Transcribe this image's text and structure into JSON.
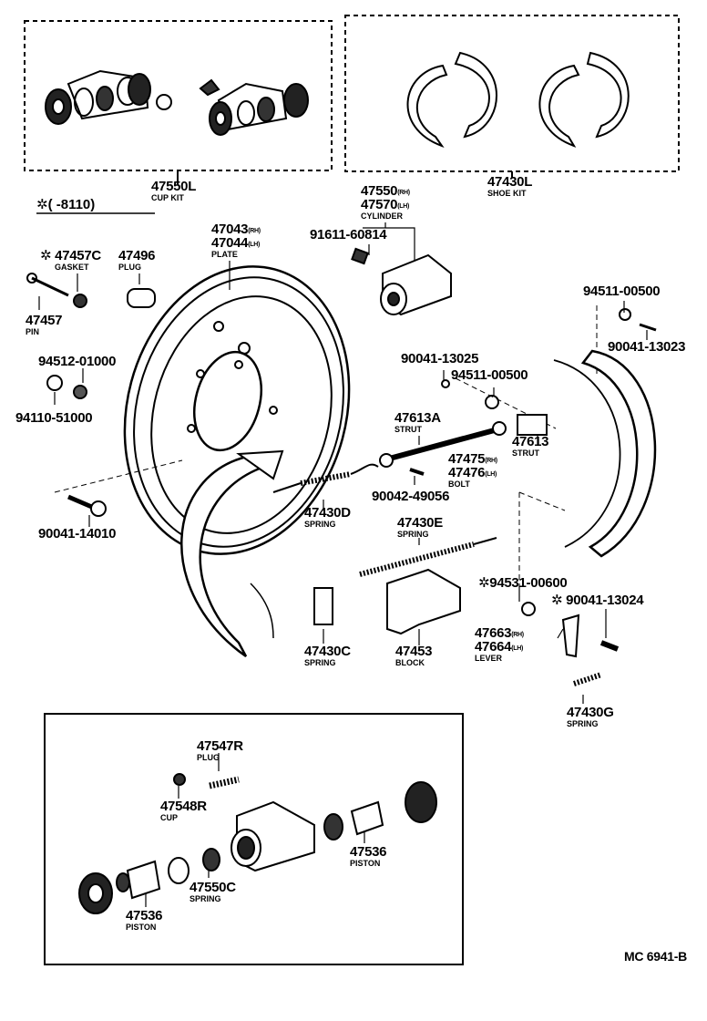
{
  "diagram_code": "MC 6941-B",
  "date_note": "✲(      -8110)",
  "star": "✲",
  "labels": {
    "cup_kit": {
      "num": "47550L",
      "name": "CUP KIT"
    },
    "shoe_kit": {
      "num": "47430L",
      "name": "SHOE KIT"
    },
    "cyl_rh": {
      "num": "47550",
      "sfx": "(RH)"
    },
    "cyl_lh": {
      "num": "47570",
      "sfx": "(LH)",
      "name": "CYLINDER"
    },
    "bolt_91611": {
      "num": "91611-60814"
    },
    "plate_rh": {
      "num": "47043",
      "sfx": "(RH)"
    },
    "plate_lh": {
      "num": "47044",
      "sfx": "(LH)",
      "name": "PLATE"
    },
    "gasket": {
      "num": "47457C",
      "name": "GASKET"
    },
    "plug_47496": {
      "num": "47496",
      "name": "PLUG"
    },
    "pin": {
      "num": "47457",
      "name": "PIN"
    },
    "nut_94512": {
      "num": "94512-01000"
    },
    "nut_94110": {
      "num": "94110-51000"
    },
    "bolt_14010": {
      "num": "90041-14010"
    },
    "w_94511_a": {
      "num": "94511-00500"
    },
    "b_13023": {
      "num": "90041-13023"
    },
    "b_13025": {
      "num": "90041-13025"
    },
    "w_94511_b": {
      "num": "94511-00500"
    },
    "strut_a": {
      "num": "47613A",
      "name": "STRUT"
    },
    "strut": {
      "num": "47613",
      "name": "STRUT"
    },
    "bolt_rh": {
      "num": "47475",
      "sfx": "(RH)"
    },
    "bolt_lh": {
      "num": "47476",
      "sfx": "(LH)",
      "name": "BOLT"
    },
    "pin_49056": {
      "num": "90042-49056"
    },
    "spring_d": {
      "num": "47430D",
      "name": "SPRING"
    },
    "spring_e": {
      "num": "47430E",
      "name": "SPRING"
    },
    "w_94531": {
      "num": "94531-00600"
    },
    "b_13024": {
      "num": "90041-13024"
    },
    "lever_rh": {
      "num": "47663",
      "sfx": "(RH)"
    },
    "lever_lh": {
      "num": "47664",
      "sfx": "(LH)",
      "name": "LEVER"
    },
    "spring_c": {
      "num": "47430C",
      "name": "SPRING"
    },
    "block": {
      "num": "47453",
      "name": "BLOCK"
    },
    "spring_g": {
      "num": "47430G",
      "name": "SPRING"
    },
    "plug_r": {
      "num": "47547R",
      "name": "PLUG"
    },
    "cup_r": {
      "num": "47548R",
      "name": "CUP"
    },
    "piston_r": {
      "num": "47536",
      "name": "PISTON"
    },
    "spring_550c": {
      "num": "47550C",
      "name": "SPRING"
    },
    "piston_l": {
      "num": "47536",
      "name": "PISTON"
    }
  }
}
